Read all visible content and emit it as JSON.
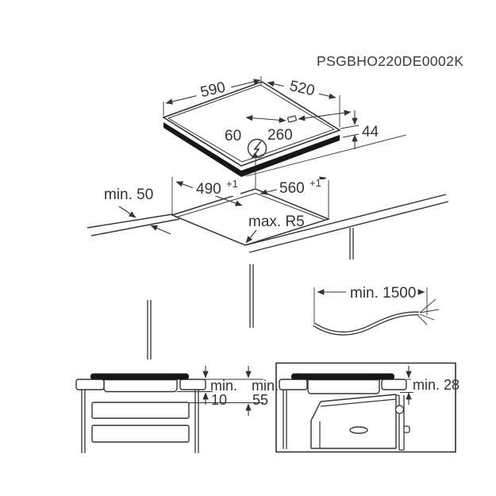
{
  "title": "PSGBHO220DE0002K",
  "top_view": {
    "width_mm": "590",
    "depth_mm": "520",
    "height_mm": "44",
    "terminal_offset_left_mm": "60",
    "terminal_offset_right_mm": "260",
    "power_symbol": "lightning-bolt-in-circle"
  },
  "worktop_cutout": {
    "depth_mm": "490",
    "depth_tolerance": "+1",
    "width_mm": "560",
    "width_tolerance": "+1",
    "front_edge_clearance": "min. 50",
    "corner_radius": "max. R5"
  },
  "power_cable": {
    "length": "min. 1500"
  },
  "drawer_clearance_view": {
    "min_label_1": "min.",
    "value_1": "10",
    "min_label_2": "min.",
    "value_2": "55"
  },
  "oven_clearance_view": {
    "label": "min. 28"
  },
  "colors": {
    "line": "#333333",
    "dark_fill": "#161616",
    "background": "#ffffff"
  }
}
